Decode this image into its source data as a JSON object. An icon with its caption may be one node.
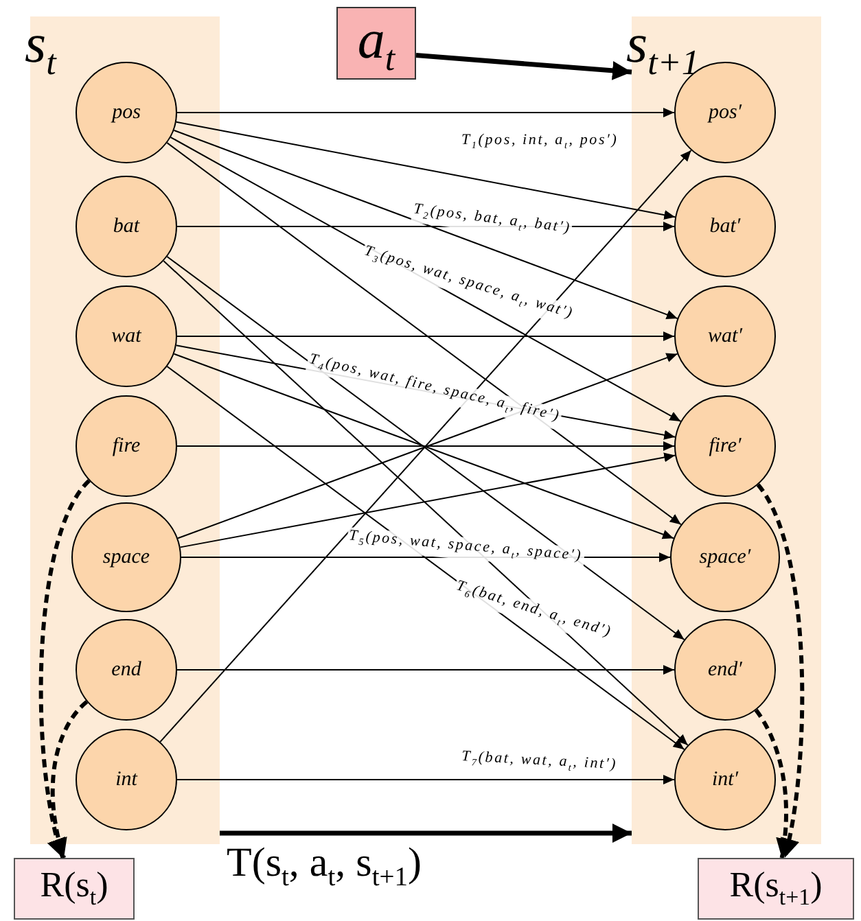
{
  "diagram": {
    "nodes": [
      {
        "text": [
          "s$_{t}$"
        ]
      },
      {
        "text": [
          "a$_{t}$"
        ]
      },
      {
        "text": [
          "s$_{t+1}$"
        ]
      },
      {
        "text": [
          "pos"
        ],
        "in": 0
      },
      {
        "text": [
          "bat"
        ],
        "in": 0
      },
      {
        "text": [
          "wat"
        ],
        "in": 0
      },
      {
        "text": [
          "fire"
        ],
        "in": 0
      },
      {
        "text": [
          "space"
        ],
        "in": 0
      },
      {
        "text": [
          "end"
        ],
        "in": 0
      },
      {
        "text": [
          "int"
        ],
        "in": 0
      },
      {
        "text": [
          "pos′"
        ],
        "in": 2
      },
      {
        "text": [
          "bat′"
        ],
        "in": 2
      },
      {
        "text": [
          "wat′"
        ],
        "in": 2
      },
      {
        "text": [
          "fire′"
        ],
        "in": 2
      },
      {
        "text": [
          "space′"
        ],
        "in": 2
      },
      {
        "text": [
          "end′"
        ],
        "in": 2
      },
      {
        "text": [
          "int′"
        ],
        "in": 2
      },
      {
        "text": [
          "R(s$_{t}$)"
        ]
      },
      {
        "text": [
          "R(s$_{t+1}$)"
        ]
      }
    ],
    "edges": [
      {
        "from": 1,
        "to": 2,
        "arrow": "to",
        "style": "thick"
      },
      {
        "from": 3,
        "to": 10,
        "arrow": "to"
      },
      {
        "from": 3,
        "to": 11,
        "arrow": "to"
      },
      {
        "from": 3,
        "to": 12,
        "arrow": "to"
      },
      {
        "from": 3,
        "to": 13,
        "arrow": "to"
      },
      {
        "from": 3,
        "to": 14,
        "arrow": "to"
      },
      {
        "from": 4,
        "to": 11,
        "arrow": "to"
      },
      {
        "from": 4,
        "to": 15,
        "arrow": "to"
      },
      {
        "from": 4,
        "to": 16,
        "arrow": "to"
      },
      {
        "from": 5,
        "to": 12,
        "arrow": "to"
      },
      {
        "from": 5,
        "to": 13,
        "arrow": "to"
      },
      {
        "from": 5,
        "to": 14,
        "arrow": "to"
      },
      {
        "from": 5,
        "to": 16,
        "arrow": "to"
      },
      {
        "from": 6,
        "to": 13,
        "arrow": "to"
      },
      {
        "from": 7,
        "to": 12,
        "arrow": "to"
      },
      {
        "from": 7,
        "to": 13,
        "arrow": "to"
      },
      {
        "from": 7,
        "to": 14,
        "arrow": "to"
      },
      {
        "from": 8,
        "to": 15,
        "arrow": "to"
      },
      {
        "from": 9,
        "to": 10,
        "arrow": "to"
      },
      {
        "from": 9,
        "to": 16,
        "arrow": "to"
      },
      {
        "from": 6,
        "to": 17,
        "arrow": "to",
        "style": "dashed"
      },
      {
        "from": 8,
        "to": 17,
        "arrow": "to",
        "style": "dashed"
      },
      {
        "from": 13,
        "to": 18,
        "arrow": "to",
        "style": "dashed"
      },
      {
        "from": 15,
        "to": 18,
        "arrow": "to",
        "style": "dashed"
      },
      {
        "from": 0,
        "to": 2,
        "arrow": "to",
        "style": "thick",
        "label": "T(s$_{t}$, a$_{t}$, s$_{t+1}$)"
      }
    ],
    "labels": [
      "T$_{1}$(pos, int, a$_{t}$, pos′)",
      "T$_{2}$(pos, bat, a$_{t}$, bat′)",
      "T$_{3}$(pos, wat, space, a$_{t}$, wat′)",
      "T$_{4}$(pos, wat, fire, space, a$_{t}$, fire′)",
      "T$_{5}$(pos, wat, space, a$_{t}$, space′)",
      "T$_{6}$(bat, end, a$_{t}$, end′)",
      "T$_{7}$(bat, wat, a$_{t}$, int′)"
    ]
  }
}
